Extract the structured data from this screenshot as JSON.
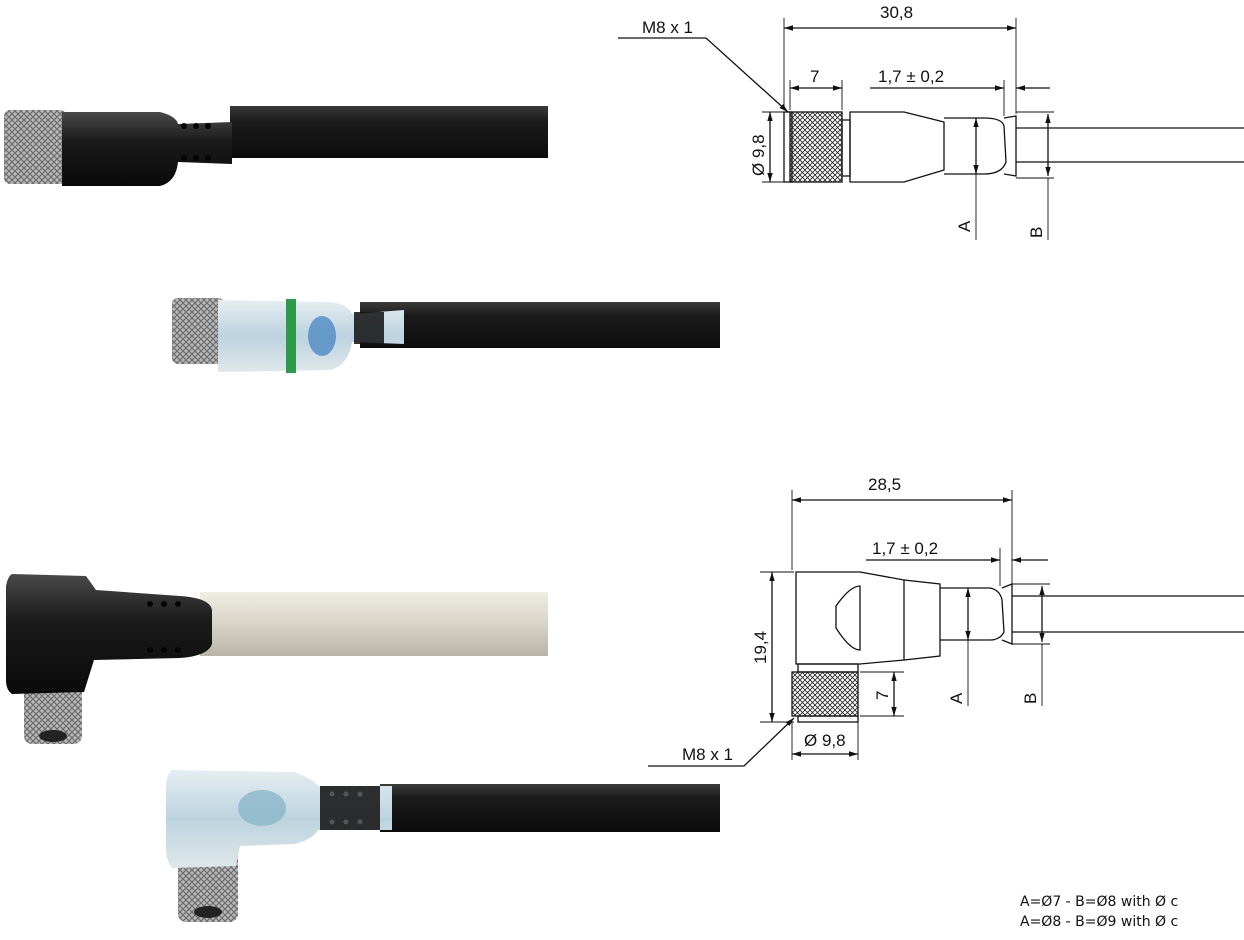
{
  "straight_drawing": {
    "thread_label": "M8 x 1",
    "overall_length": "30,8",
    "nut_length": "7",
    "gap_label": "1,7 ± 0,2",
    "diameter_label": "Ø 9,8",
    "dim_a_label": "A",
    "dim_b_label": "B"
  },
  "angled_drawing": {
    "overall_length": "28,5",
    "gap_label": "1,7 ± 0,2",
    "height_label": "19,4",
    "nut_height": "7",
    "dim_a_label": "A",
    "dim_b_label": "B",
    "thread_label": "M8 x 1",
    "diameter_label": "Ø 9,8"
  },
  "notes": {
    "line1": "A=Ø7 - B=Ø8 with Ø c",
    "line2": "A=Ø8 - B=Ø9 with Ø c"
  },
  "colors": {
    "cable_black": "#1b1b1b",
    "cable_grey": "#d8d4c8",
    "knurl_metal": "#b9b9b9",
    "led_body": "#bcd3df",
    "led_ring": "#2e9a4a"
  }
}
